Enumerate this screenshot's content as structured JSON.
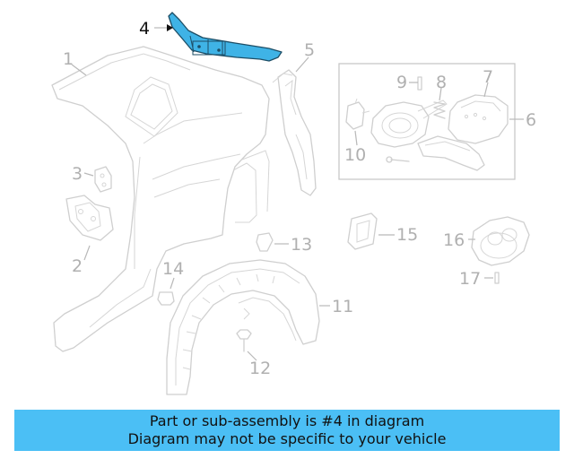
{
  "callouts": [
    {
      "key": "1",
      "label": "1"
    },
    {
      "key": "2",
      "label": "2"
    },
    {
      "key": "3",
      "label": "3"
    },
    {
      "key": "4",
      "label": "4"
    },
    {
      "key": "5",
      "label": "5"
    },
    {
      "key": "6",
      "label": "6"
    },
    {
      "key": "7",
      "label": "7"
    },
    {
      "key": "8",
      "label": "8"
    },
    {
      "key": "9",
      "label": "9"
    },
    {
      "key": "10",
      "label": "10"
    },
    {
      "key": "11",
      "label": "11"
    },
    {
      "key": "12",
      "label": "12"
    },
    {
      "key": "13",
      "label": "13"
    },
    {
      "key": "14",
      "label": "14"
    },
    {
      "key": "15",
      "label": "15"
    },
    {
      "key": "16",
      "label": "16"
    },
    {
      "key": "17",
      "label": "17"
    }
  ],
  "highlighted_part": "4",
  "colors": {
    "highlight": "#3fb3e6",
    "banner": "#4bbff5",
    "line_art": "#cfcfcf"
  },
  "banner": {
    "line1": "Part or sub-assembly is #4 in diagram",
    "line2": "Diagram may not be specific to your vehicle"
  }
}
